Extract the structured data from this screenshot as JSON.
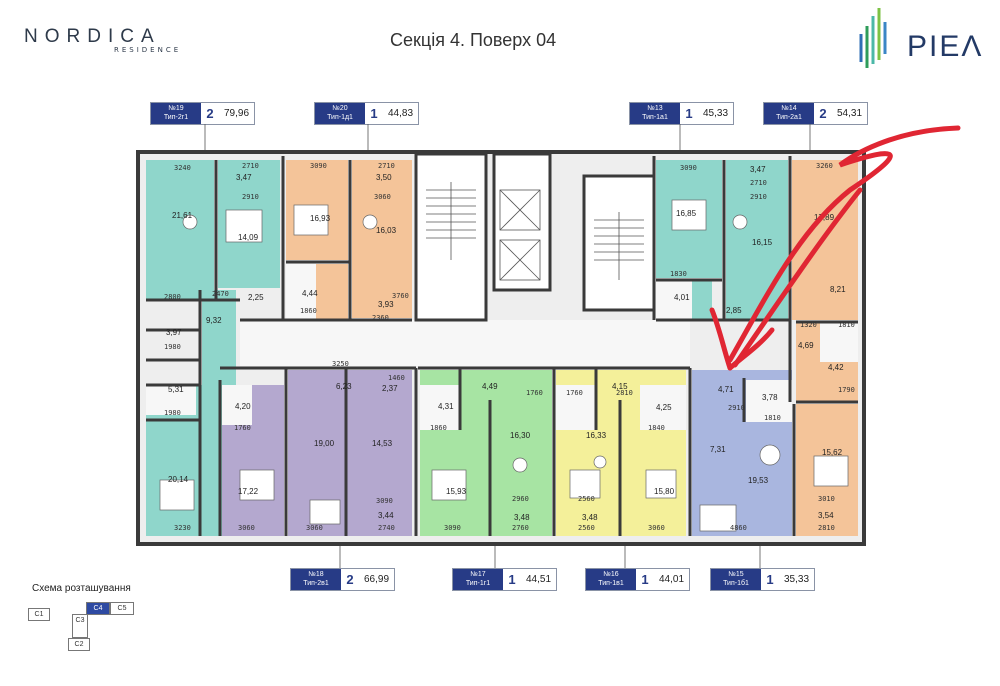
{
  "brand": {
    "name": "NORDICA",
    "sub": "RESIDENCE"
  },
  "title": "Секція 4. Поверх 04",
  "logo": {
    "text": "PIEΛ"
  },
  "apartments": [
    {
      "id": "a19",
      "num": "№19",
      "type": "Тип-2г1",
      "rooms": "2",
      "area": "79,96"
    },
    {
      "id": "a20",
      "num": "№20",
      "type": "Тип-1д1",
      "rooms": "1",
      "area": "44,83"
    },
    {
      "id": "a13",
      "num": "№13",
      "type": "Тип-1а1",
      "rooms": "1",
      "area": "45,33"
    },
    {
      "id": "a14",
      "num": "№14",
      "type": "Тип-2а1",
      "rooms": "2",
      "area": "54,31"
    },
    {
      "id": "a18",
      "num": "№18",
      "type": "Тип-2в1",
      "rooms": "2",
      "area": "66,99"
    },
    {
      "id": "a17",
      "num": "№17",
      "type": "Тип-1г1",
      "rooms": "1",
      "area": "44,51"
    },
    {
      "id": "a16",
      "num": "№16",
      "type": "Тип-1в1",
      "rooms": "1",
      "area": "44,01"
    },
    {
      "id": "a15",
      "num": "№15",
      "type": "Тип-1б1",
      "rooms": "1",
      "area": "35,33"
    }
  ],
  "room_areas": {
    "r1": "21,61",
    "r2": "3,47",
    "r3": "14,09",
    "r4": "2,25",
    "r5": "9,32",
    "r6": "3,97",
    "r7": "5,31",
    "r8": "20,14",
    "r9": "16,93",
    "r10": "3,50",
    "r11": "16,03",
    "r12": "4,44",
    "r13": "3,93",
    "r14": "16,85",
    "r15": "3,47",
    "r16": "16,15",
    "r17": "4,01",
    "r18": "2,85",
    "r19": "17,89",
    "r20": "8,21",
    "r21": "4,69",
    "r22": "4,42",
    "r23": "3,78",
    "r24": "4,71",
    "r25": "15,62",
    "r26": "3,54",
    "r27": "7,31",
    "r28": "19,53",
    "r29": "4,20",
    "r30": "17,22",
    "r31": "6,23",
    "r32": "2,37",
    "r33": "19,00",
    "r34": "14,53",
    "r35": "3,44",
    "r36": "4,31",
    "r37": "4,49",
    "r38": "16,30",
    "r39": "15,93",
    "r40": "3,48",
    "r41": "4,15",
    "r42": "16,33",
    "r43": "4,25",
    "r44": "15,80",
    "r45": "3,48"
  },
  "dims": {
    "d1": "3240",
    "d2": "2710",
    "d3": "2910",
    "d4": "2800",
    "d5": "2470",
    "d6": "1980",
    "d7": "1980",
    "d8": "3230",
    "d9": "3090",
    "d10": "2710",
    "d11": "3060",
    "d12": "3760",
    "d13": "1860",
    "d14": "2360",
    "d15": "3090",
    "d16": "2710",
    "d17": "2910",
    "d18": "1830",
    "d19": "3260",
    "d20": "1320",
    "d21": "1810",
    "d22": "1790",
    "d23": "3010",
    "d24": "2810",
    "d25": "1760",
    "d26": "3060",
    "d27": "3060",
    "d28": "2740",
    "d29": "1460",
    "d30": "3250",
    "d31": "3090",
    "d32": "1860",
    "d33": "1760",
    "d34": "2960",
    "d35": "2760",
    "d36": "3090",
    "d37": "1760",
    "d38": "2560",
    "d39": "1840",
    "d40": "3060",
    "d41": "2560",
    "d42": "2810",
    "d43": "4860",
    "d44": "1810",
    "d45": "2910"
  },
  "colors": {
    "teal": "#8fd6cb",
    "orange": "#f4c499",
    "purple": "#b4a8cf",
    "green": "#a7e4a3",
    "yellow": "#f4f09a",
    "blue": "#a9b6df",
    "wall": "#3a3a3a",
    "annotation": "#e02633",
    "tag": "#273b86"
  },
  "scheme": {
    "title": "Схема розташування",
    "sections": [
      "C1",
      "C2",
      "C3",
      "C4",
      "C5"
    ],
    "active": "C4"
  }
}
